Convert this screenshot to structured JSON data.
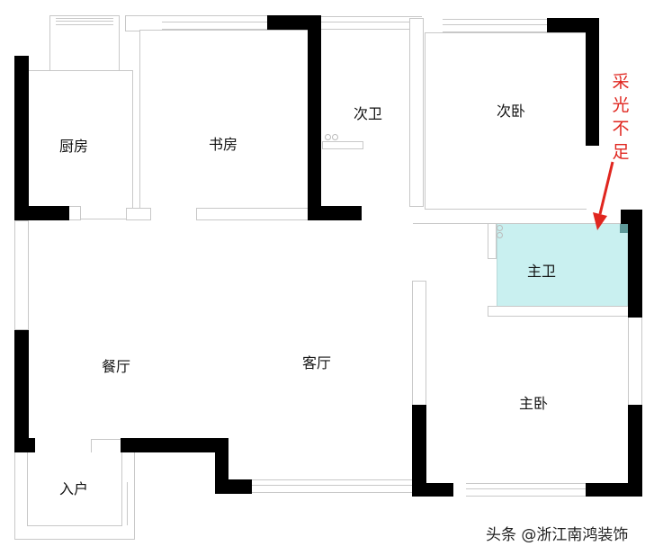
{
  "floor_plan": {
    "rooms": [
      {
        "id": "kitchen",
        "label": "厨房",
        "label_en": "Kitchen"
      },
      {
        "id": "study",
        "label": "书房",
        "label_en": "Study"
      },
      {
        "id": "second_bath",
        "label": "次卫",
        "label_en": "Secondary bathroom"
      },
      {
        "id": "second_bedroom",
        "label": "次卧",
        "label_en": "Secondary bedroom"
      },
      {
        "id": "master_bath",
        "label": "主卫",
        "label_en": "Master bathroom",
        "highlight_color": "#c9f0f0"
      },
      {
        "id": "dining",
        "label": "餐厅",
        "label_en": "Dining room"
      },
      {
        "id": "living",
        "label": "客厅",
        "label_en": "Living room"
      },
      {
        "id": "master_bedroom",
        "label": "主卧",
        "label_en": "Master bedroom"
      },
      {
        "id": "entry",
        "label": "入户",
        "label_en": "Entrance"
      }
    ],
    "annotation": {
      "text": "采光不足",
      "meaning": "Insufficient lighting",
      "color": "#e0261f",
      "points_to": "master_bath"
    },
    "watermark": "头条 @浙江南鸿装饰",
    "colors": {
      "wall": "#000000",
      "thin_line": "#c8c8c8",
      "highlight": "#c9f0f0",
      "annotation": "#e0261f"
    }
  }
}
